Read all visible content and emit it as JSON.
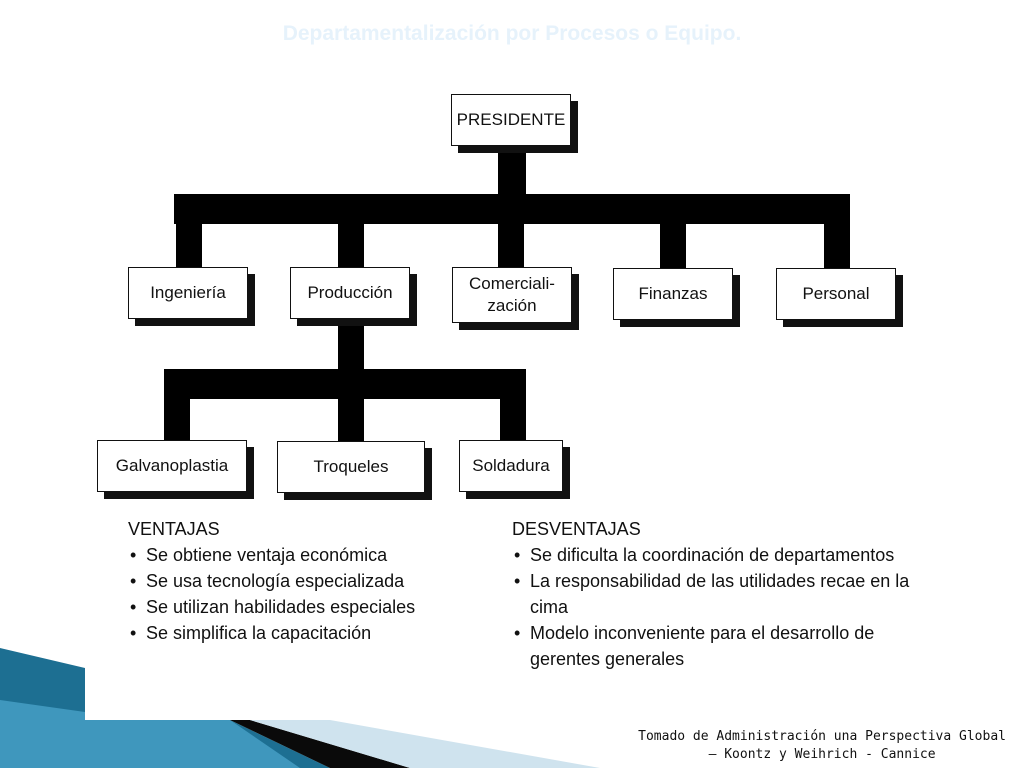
{
  "title": "Departamentalización por Procesos o Equipo.",
  "org": {
    "root": "PRESIDENTE",
    "departments": [
      "Ingeniería",
      "Producción",
      "Comerciali-\nzación",
      "Finanzas",
      "Personal"
    ],
    "production_units": [
      "Galvanoplastia",
      "Troqueles",
      "Soldadura"
    ]
  },
  "ventajas": {
    "heading": "VENTAJAS",
    "items": [
      "Se obtiene ventaja económica",
      "Se usa tecnología especializada",
      "Se utilizan habilidades especiales",
      "Se simplifica la capacitación"
    ]
  },
  "desventajas": {
    "heading": "DESVENTAJAS",
    "items": [
      "Se dificulta la coordinación de departamentos",
      "La responsabilidad de las utilidades recae en la cima",
      "Modelo inconveniente para el desarrollo de gerentes generales"
    ]
  },
  "source": {
    "line1": "Tomado de Administración una Perspectiva Global",
    "line2": "– Koontz y Weihrich - Cannice"
  },
  "colors": {
    "title": "#e6f2fb",
    "accent_dark": "#1d6f92",
    "accent_light": "#5aa9c9"
  }
}
